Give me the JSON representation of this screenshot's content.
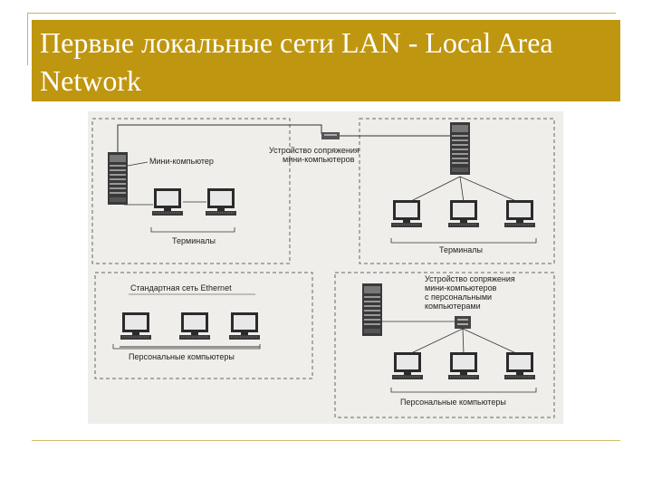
{
  "slide": {
    "title": "Первые локальные  сети LAN -  Local Area Network"
  },
  "diagram": {
    "labels": {
      "minicomputer": "Мини-компьютер",
      "adapter_minicomputers": [
        "Устройство сопряжения",
        "мини-компьютеров"
      ],
      "terminals_left": "Терминалы",
      "terminals_right": "Терминалы",
      "ethernet": "Стандартная сеть Ethernet",
      "pcs_left": "Персональные компьютеры",
      "adapter_pcs": [
        "Устройство сопряжения",
        "мини-компьютеров",
        "с персональными",
        "компьютерами"
      ],
      "pcs_right": "Персональные компьютеры"
    }
  },
  "colors": {
    "title_band": "#bf960f",
    "title_text": "#ffffff",
    "accent_line": "#d4bb6a"
  }
}
